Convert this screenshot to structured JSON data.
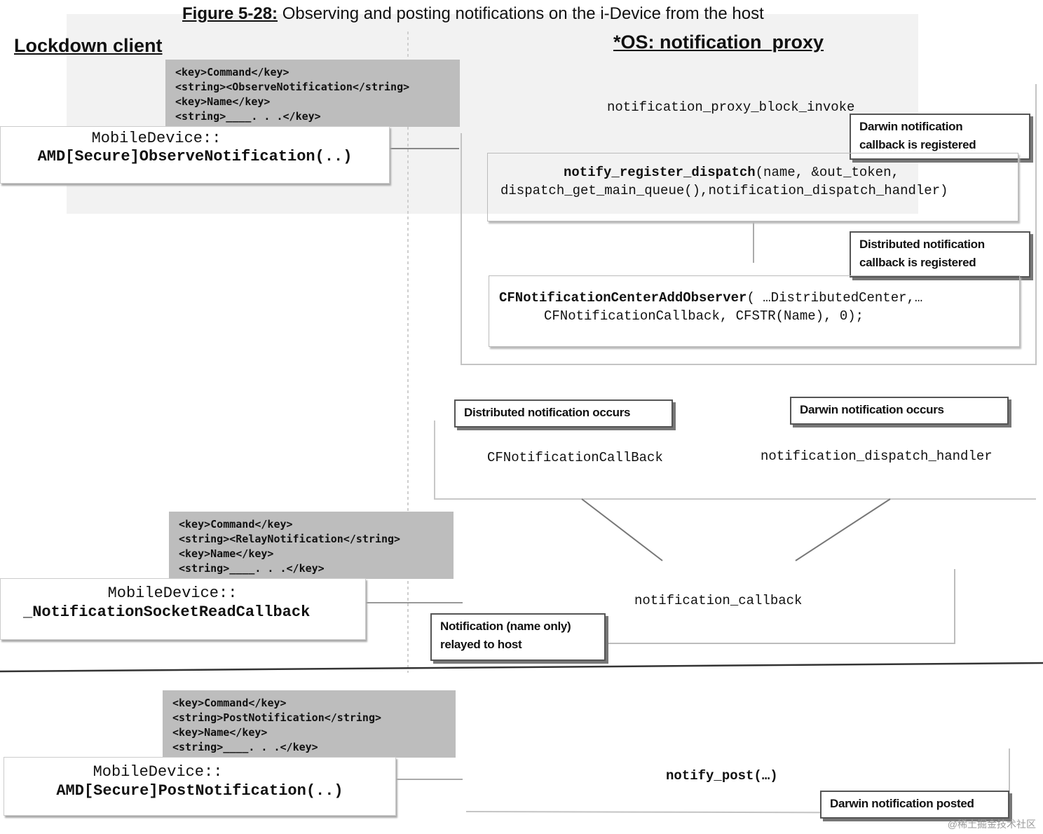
{
  "figure": {
    "label": "Figure 5-28:",
    "title": " Observing and posting notifications on the i-Device from the host"
  },
  "headers": {
    "left": "Lockdown client",
    "right": "*OS: notification_proxy"
  },
  "observe": {
    "plist": [
      "<key>Command</key>",
      "<string><ObserveNotification</string>",
      "<key>Name</key>",
      "<string>____. . .</key>"
    ],
    "func_line1": "MobileDevice::",
    "func_line2": "AMD[Secure]ObserveNotification(..)"
  },
  "proxy": {
    "block_invoke": "notification_proxy_block_invoke",
    "darwin_registered": [
      "Darwin notification",
      "callback is registered"
    ],
    "notify_register_fn": "notify_register_dispatch",
    "notify_register_args1": "(name, &out_token,",
    "notify_register_args2": "dispatch_get_main_queue(),notification_dispatch_handler)",
    "distributed_registered": [
      "Distributed notification",
      "callback is registered"
    ],
    "cf_add_observer_fn": "CFNotificationCenterAddObserver",
    "cf_add_observer_args1": "( …DistributedCenter,…",
    "cf_add_observer_args2": "CFNotificationCallback, CFSTR(Name), 0);"
  },
  "events": {
    "distributed_occurs": "Distributed notification occurs",
    "darwin_occurs": "Darwin notification occurs",
    "cf_callback": "CFNotificationCallBack",
    "dispatch_handler": "notification_dispatch_handler",
    "notification_callback": "notification_callback"
  },
  "relay": {
    "plist": [
      "<key>Command</key>",
      "<string><RelayNotification</string>",
      "<key>Name</key>",
      "<string>____. . .</key>"
    ],
    "func_line1": "MobileDevice::",
    "func_line2": "_NotificationSocketReadCallback",
    "relayed": [
      "Notification (name only)",
      "relayed to host"
    ]
  },
  "post": {
    "plist": [
      "<key>Command</key>",
      "<string>PostNotification</string>",
      "<key>Name</key>",
      "<string>____. . .</key>"
    ],
    "func_line1": "MobileDevice::",
    "func_line2": "AMD[Secure]PostNotification(..)",
    "notify_post": "notify_post(…)",
    "darwin_posted": "Darwin notification posted"
  },
  "watermark": "@稀土掘金技术社区"
}
